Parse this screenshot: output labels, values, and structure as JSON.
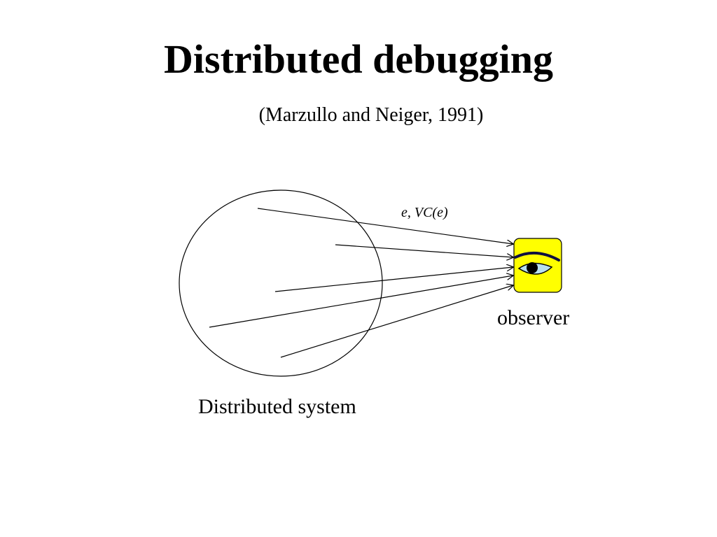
{
  "slide": {
    "title": "Distributed debugging",
    "subtitle": "(Marzullo and Neiger, 1991)"
  },
  "diagram": {
    "event_label": "e, VC(e)",
    "observer_label": "observer",
    "system_label": "Distributed system",
    "observer_icon": "eye-icon",
    "colors": {
      "icon_background": "#ffff00",
      "eye_fill": "#b8e0f0",
      "lines": "#000000"
    }
  }
}
